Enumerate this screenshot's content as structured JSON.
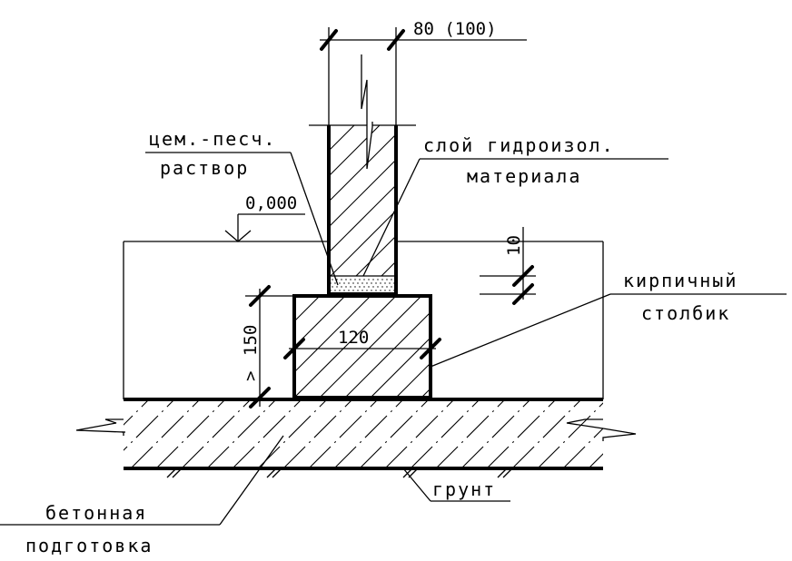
{
  "labels": {
    "width_dim": "80 (100)",
    "mortar_line1": "цем.-песч.",
    "mortar_line2": "раствор",
    "waterproof_line1": "слой гидроизол.",
    "waterproof_line2": "материала",
    "level_mark": "0,000",
    "gap_dim": "10",
    "column_line1": "кирпичный",
    "column_line2": "столбик",
    "height_dim": "150",
    "height_prefix": ">",
    "base_width_dim": "120",
    "concrete_line1": "бетонная",
    "concrete_line2": "подготовка",
    "soil": "грунт"
  },
  "colors": {
    "ink": "#000000",
    "paper": "#ffffff"
  }
}
